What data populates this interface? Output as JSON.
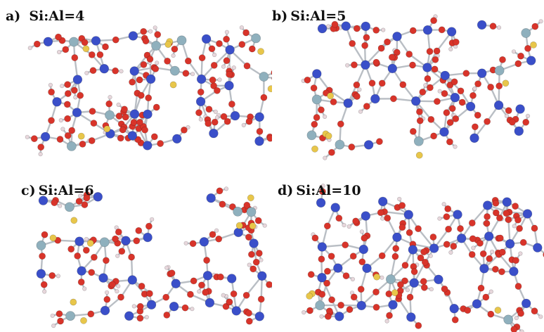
{
  "figure": {
    "panels": [
      {
        "id": "a",
        "letter": "a)",
        "ratio_label": "Si:Al=4"
      },
      {
        "id": "b",
        "letter": "b)",
        "ratio_label": "Si:Al=5"
      },
      {
        "id": "c",
        "letter": "c)",
        "ratio_label": "Si:Al=6"
      },
      {
        "id": "d",
        "letter": "d)",
        "ratio_label": "Si:Al=10"
      }
    ]
  },
  "colors": {
    "silicon": "#3a4fc9",
    "oxygen": "#d8342a",
    "aluminium": "#8fb0bd",
    "cation": "#e8c64a",
    "hydrogen": "#e7d7dc",
    "bond": "#b9bec4",
    "label": "#111111"
  }
}
